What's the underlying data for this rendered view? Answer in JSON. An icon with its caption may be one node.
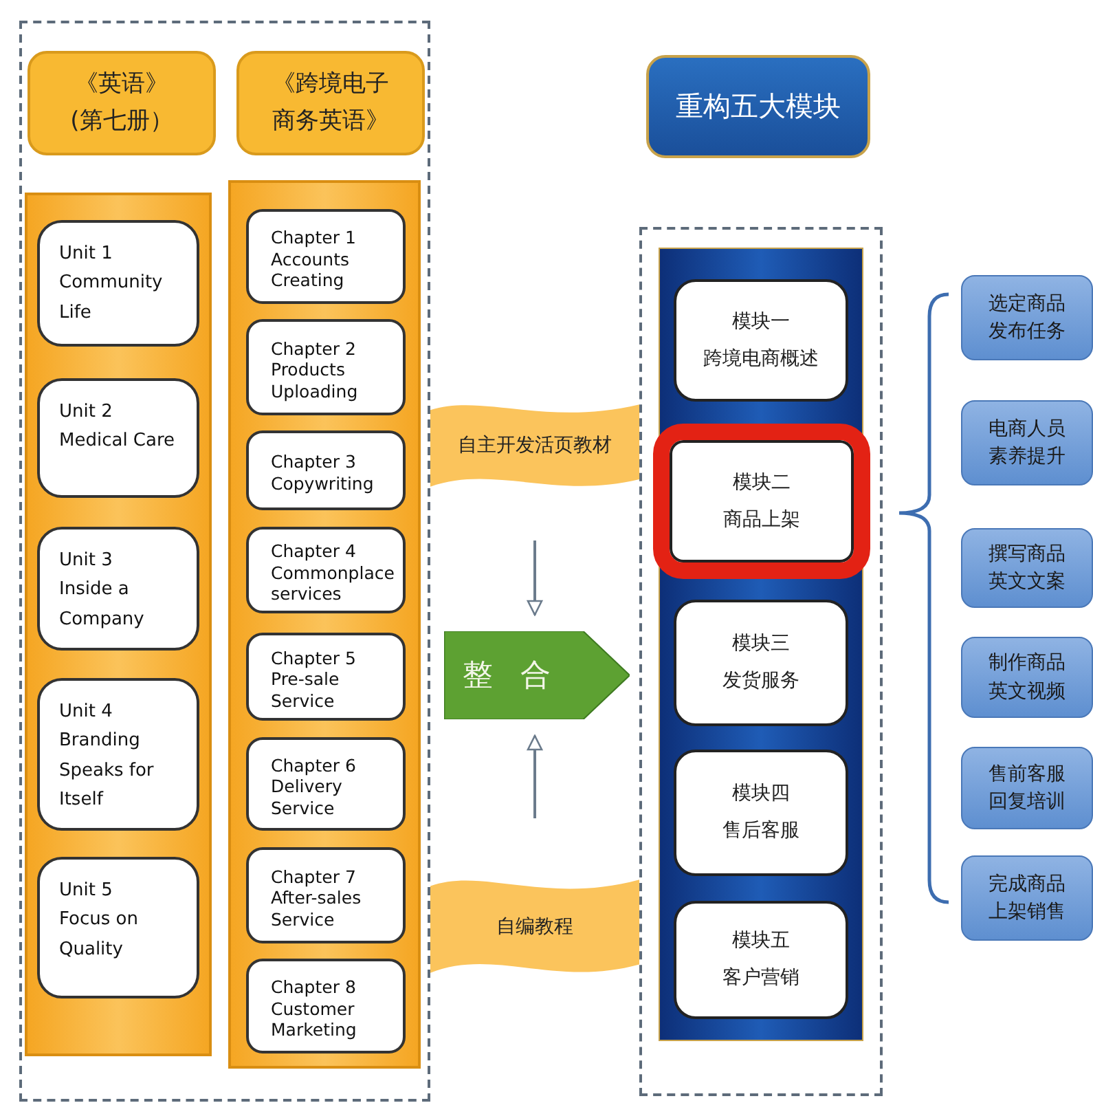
{
  "diagram": {
    "nodes": [
      {
        "text": [
          "《英语》",
          "(第七册）"
        ]
      },
      {
        "text": [
          "《跨境电子商务英语》"
        ]
      },
      {
        "text": [],
        "shape": "box"
      },
      {
        "text": [
          "Unit 1",
          "Community Life"
        ],
        "in": 2
      },
      {
        "text": [
          "Unit 2",
          "Medical Care"
        ],
        "in": 2
      },
      {
        "text": [
          "Unit 3",
          "Inside a Company"
        ],
        "in": 2
      },
      {
        "text": [
          "Unit 4",
          "Branding Speaks for Itself"
        ],
        "in": 2
      },
      {
        "text": [
          "Unit 5",
          "Focus on Quality"
        ],
        "in": 2
      },
      {
        "text": [],
        "shape": "box"
      },
      {
        "text": [
          "Chapter 1",
          "Accounts Creating"
        ],
        "in": 8
      },
      {
        "text": [
          "Chapter 2",
          "Products Uploading"
        ],
        "in": 8
      },
      {
        "text": [
          "Chapter 3",
          "Copywriting"
        ],
        "in": 8
      },
      {
        "text": [
          "Chapter 4",
          "Commonplace services"
        ],
        "in": 8
      },
      {
        "text": [
          "Chapter 5",
          "Pre-sale Service"
        ],
        "in": 8
      },
      {
        "text": [
          "Chapter 6",
          "Delivery Service"
        ],
        "in": 8
      },
      {
        "text": [
          "Chapter 7",
          "After-sales Service"
        ],
        "in": 8
      },
      {
        "text": [
          "Chapter 8",
          "Customer Marketing"
        ],
        "in": 8
      },
      {
        "text": [
          "重构五大模块"
        ]
      },
      {
        "text": [
          "自主开发活页教材"
        ]
      },
      {
        "text": [
          "整合"
        ]
      },
      {
        "text": [
          "自编教程"
        ]
      },
      {
        "text": [],
        "shape": "box"
      },
      {
        "text": [
          "模块一",
          "跨境电商概述"
        ],
        "in": 21
      },
      {
        "text": [
          "模块二",
          "商品上架"
        ],
        "in": 21
      },
      {
        "text": [
          "模块三",
          "发货服务"
        ],
        "in": 21
      },
      {
        "text": [
          "模块四",
          "售后客服"
        ],
        "in": 21
      },
      {
        "text": [
          "模块五",
          "客户营销"
        ],
        "in": 21
      },
      {
        "text": [
          "选定商品发布任务"
        ]
      },
      {
        "text": [
          "电商人员素养提升"
        ]
      },
      {
        "text": [
          "撰写商品英文文案"
        ]
      },
      {
        "text": [
          "制作商品英文视频"
        ]
      },
      {
        "text": [
          "售前客服回复培训"
        ]
      },
      {
        "text": [
          "完成商品上架销售"
        ]
      }
    ],
    "edges": [
      {
        "from": 18,
        "to": 19,
        "arrow": "to"
      },
      {
        "from": 20,
        "to": 19,
        "arrow": "to"
      }
    ]
  }
}
